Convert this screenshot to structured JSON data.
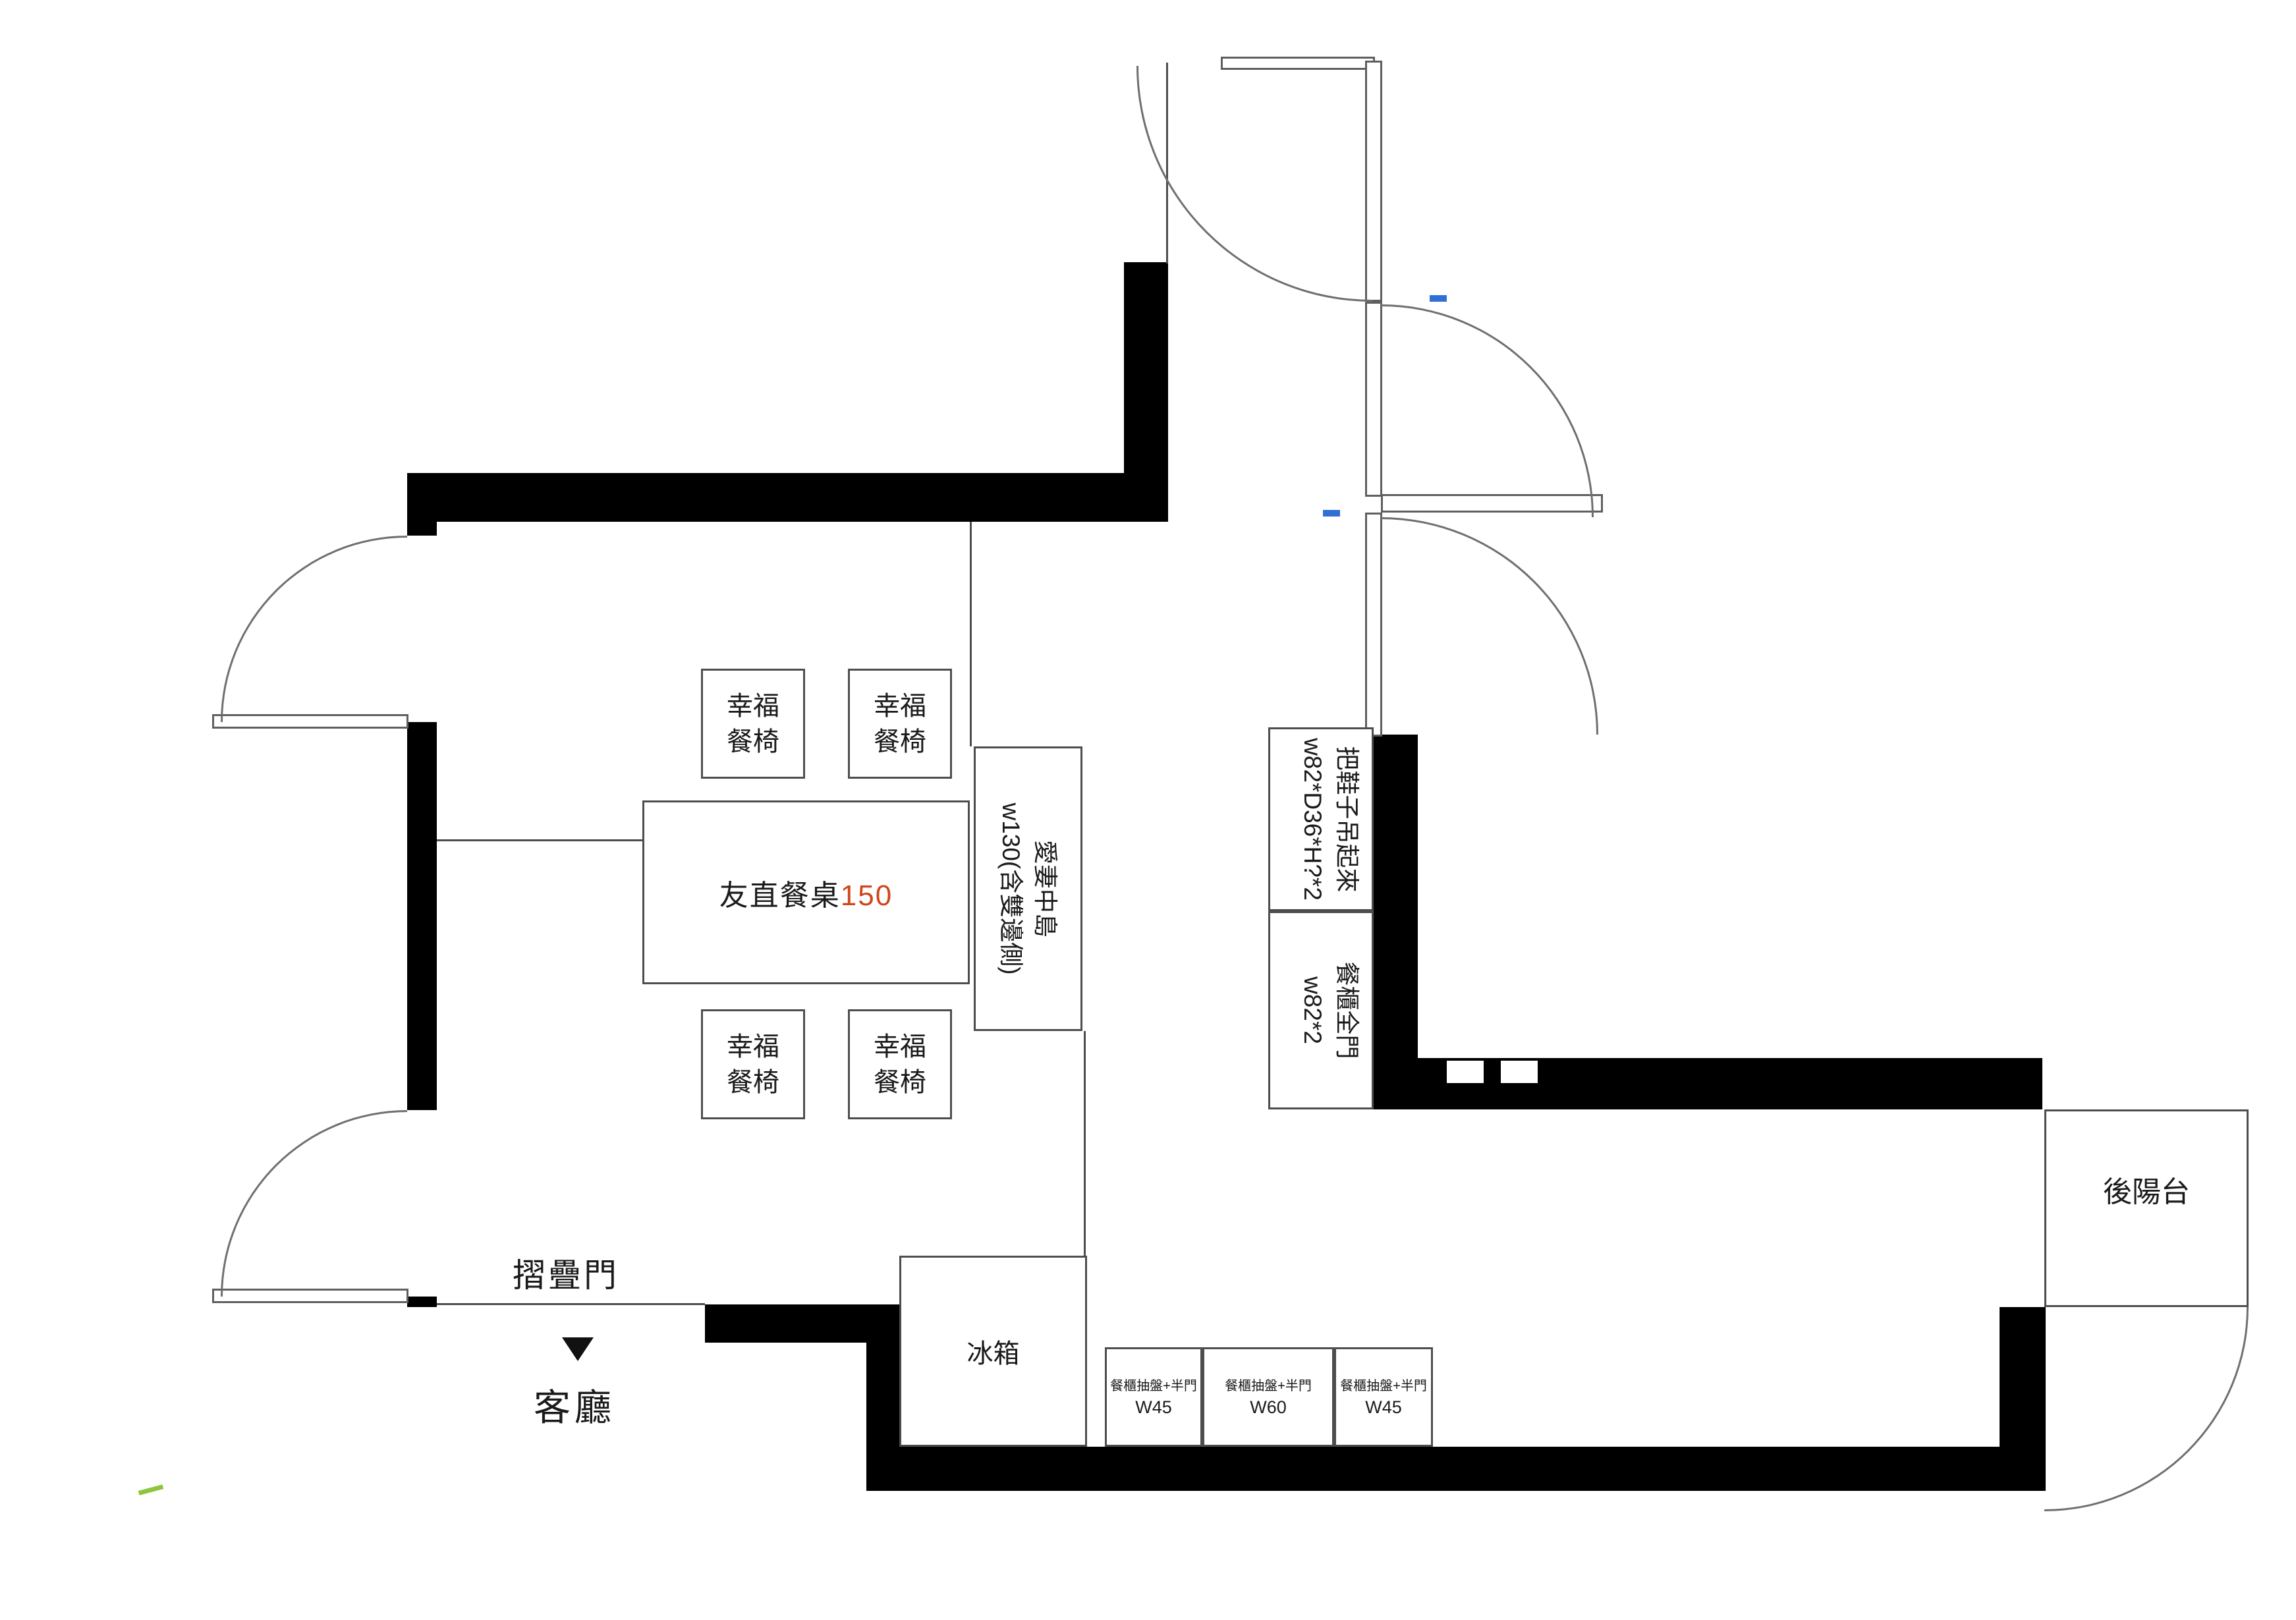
{
  "plan": {
    "table": {
      "name": "友直餐桌",
      "size": "150"
    },
    "chairs": [
      {
        "line1": "幸福",
        "line2": "餐椅"
      },
      {
        "line1": "幸福",
        "line2": "餐椅"
      },
      {
        "line1": "幸福",
        "line2": "餐椅"
      },
      {
        "line1": "幸福",
        "line2": "餐椅"
      }
    ],
    "island": {
      "line1": "愛妻中島",
      "line2": "w130(含雙邊側)"
    },
    "shoe_cabinet": {
      "line1": "把鞋子吊起來",
      "line2": "w82*D36*H?*2"
    },
    "dining_cabinet": {
      "line1": "餐櫃全門",
      "line2": "w82*2"
    },
    "bottom_cabinets": [
      {
        "name": "餐櫃抽盤+半門",
        "size": "W45"
      },
      {
        "name": "餐櫃抽盤+半門",
        "size": "W60"
      },
      {
        "name": "餐櫃抽盤+半門",
        "size": "W45"
      }
    ],
    "fridge": "冰箱",
    "balcony": "後陽台",
    "folding_door": "摺疊門",
    "living_room": "客廳"
  },
  "colors": {
    "wall": "#000000",
    "furniture_line": "#4d4d4d",
    "accent_number": "#d0451b",
    "green_mark": "#8cc63f",
    "blue_mark": "#2f6fd6"
  }
}
